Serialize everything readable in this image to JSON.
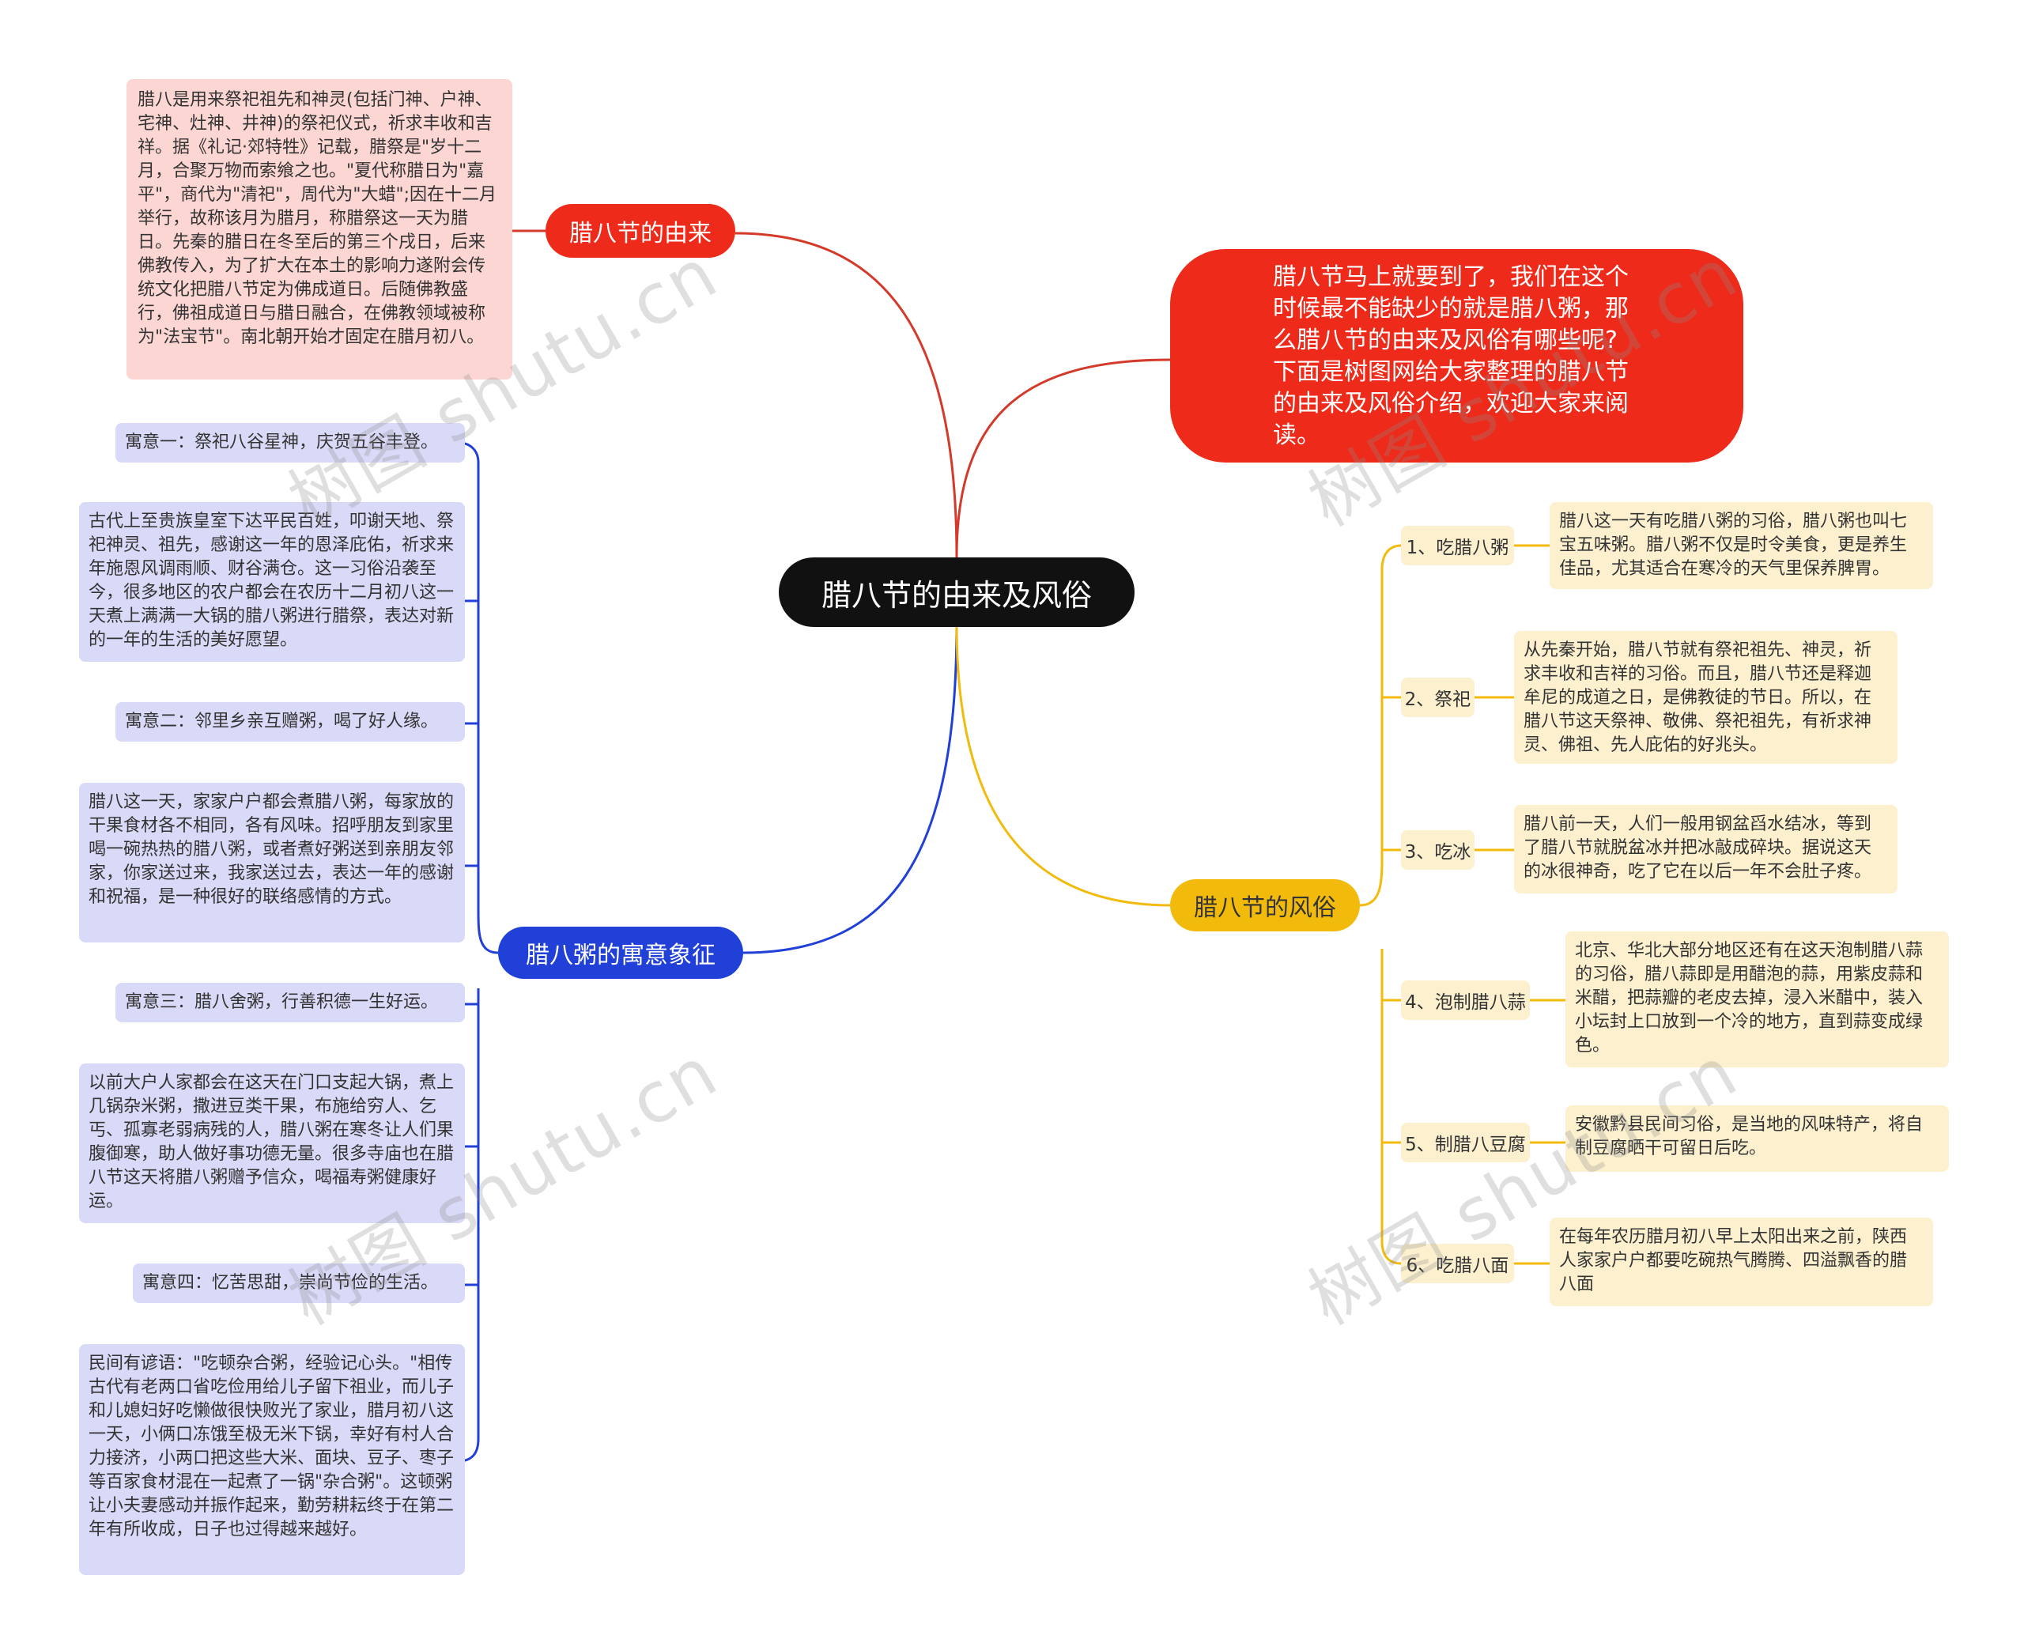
{
  "central": "腊八节的由来及风俗",
  "intro": "腊八节马上就要到了，我们在这个时候最不能缺少的就是腊八粥，那么腊八节的由来及风俗有哪些呢?下面是树图网给大家整理的腊八节的由来及风俗介绍，欢迎大家来阅读。",
  "origin": {
    "label": "腊八节的由来",
    "text": "腊八是用来祭祀祖先和神灵(包括门神、户神、宅神、灶神、井神)的祭祀仪式，祈求丰收和吉祥。据《礼记·郊特牲》记载，腊祭是\"岁十二月，合聚万物而索飨之也。\"夏代称腊日为\"嘉平\"，商代为\"清祀\"，周代为\"大蜡\";因在十二月举行，故称该月为腊月，称腊祭这一天为腊日。先秦的腊日在冬至后的第三个戌日，后来佛教传入，为了扩大在本土的影响力遂附会传统文化把腊八节定为佛成道日。后随佛教盛行，佛祖成道日与腊日融合，在佛教领域被称为\"法宝节\"。南北朝开始才固定在腊月初八。"
  },
  "meaning": {
    "label": "腊八粥的寓意象征",
    "items": [
      "寓意一：祭祀八谷星神，庆贺五谷丰登。",
      "古代上至贵族皇室下达平民百姓，叩谢天地、祭祀神灵、祖先，感谢这一年的恩泽庇佑，祈求来年施恩风调雨顺、财谷满仓。这一习俗沿袭至今，很多地区的农户都会在农历十二月初八这一天煮上满满一大锅的腊八粥进行腊祭，表达对新的一年的生活的美好愿望。",
      "寓意二：邻里乡亲互赠粥，喝了好人缘。",
      "腊八这一天，家家户户都会煮腊八粥，每家放的干果食材各不相同，各有风味。招呼朋友到家里喝一碗热热的腊八粥，或者煮好粥送到亲朋友邻家，你家送过来，我家送过去，表达一年的感谢和祝福，是一种很好的联络感情的方式。",
      "寓意三：腊八舍粥，行善积德一生好运。",
      "以前大户人家都会在这天在门口支起大锅，煮上几锅杂米粥，撒进豆类干果，布施给穷人、乞丐、孤寡老弱病残的人，腊八粥在寒冬让人们果腹御寒，助人做好事功德无量。很多寺庙也在腊八节这天将腊八粥赠予信众，喝福寿粥健康好运。",
      "寓意四：忆苦思甜，崇尚节俭的生活。",
      "民间有谚语：\"吃顿杂合粥，经验记心头。\"相传古代有老两口省吃俭用给儿子留下祖业，而儿子和儿媳妇好吃懒做很快败光了家业，腊月初八这一天，小俩口冻饿至极无米下锅，幸好有村人合力接济，小两口把这些大米、面块、豆子、枣子等百家食材混在一起煮了一锅\"杂合粥\"。这顿粥让小夫妻感动并振作起来，勤劳耕耘终于在第二年有所收成，日子也过得越来越好。"
    ]
  },
  "customs": {
    "label": "腊八节的风俗",
    "items": [
      {
        "name": "1、吃腊八粥",
        "text": "腊八这一天有吃腊八粥的习俗，腊八粥也叫七宝五味粥。腊八粥不仅是时令美食，更是养生佳品，尤其适合在寒冷的天气里保养脾胃。"
      },
      {
        "name": "2、祭祀",
        "text": "从先秦开始，腊八节就有祭祀祖先、神灵，祈求丰收和吉祥的习俗。而且，腊八节还是释迦牟尼的成道之日，是佛教徒的节日。所以，在腊八节这天祭神、敬佛、祭祀祖先，有祈求神灵、佛祖、先人庇佑的好兆头。"
      },
      {
        "name": "3、吃冰",
        "text": "腊八前一天，人们一般用钢盆舀水结冰，等到了腊八节就脱盆冰并把冰敲成碎块。据说这天的冰很神奇，吃了它在以后一年不会肚子疼。"
      },
      {
        "name": "4、泡制腊八蒜",
        "text": "北京、华北大部分地区还有在这天泡制腊八蒜的习俗，腊八蒜即是用醋泡的蒜，用紫皮蒜和米醋，把蒜瓣的老皮去掉，浸入米醋中，装入小坛封上口放到一个冷的地方，直到蒜变成绿色。"
      },
      {
        "name": "5、制腊八豆腐",
        "text": "安徽黔县民间习俗，是当地的风味特产，将自制豆腐晒干可留日后吃。"
      },
      {
        "name": "6、吃腊八面",
        "text": "在每年农历腊月初八早上太阳出来之前，陕西人家家户户都要吃碗热气腾腾、四溢飘香的腊八面"
      }
    ]
  },
  "colors": {
    "central": "#111111",
    "red": "#ee2a1a",
    "blue": "#2040d8",
    "yellow": "#f2bb0c",
    "pink_bg": "#fcd6d3",
    "blue_bg": "#d9d9f8",
    "yellow_bg": "#fdf0cf"
  },
  "watermark": "树图 shutu.cn"
}
